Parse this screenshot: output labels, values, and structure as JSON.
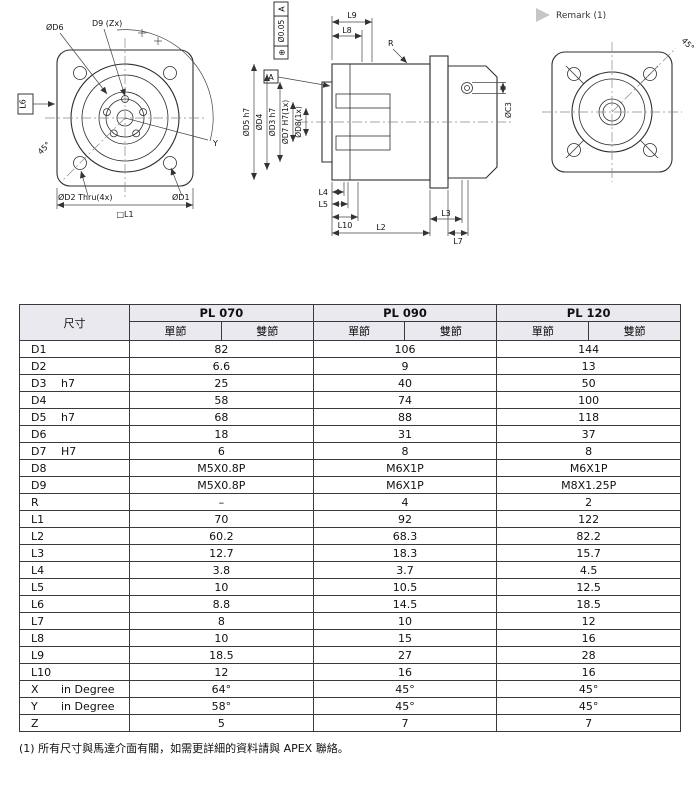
{
  "drawing": {
    "left": {
      "d6": "ØD6",
      "d9": "D9 (Zx)",
      "l6": "L6",
      "a45": "45°",
      "d2": "ØD2 Thru(4x)",
      "d1": "ØD1",
      "l1": "□L1",
      "y": "Y"
    },
    "mid": {
      "l9": "L9",
      "l8": "L8",
      "r": "R",
      "fcf_sym": "⊕",
      "fcf_tol": "Ø0.05",
      "fcf_datum": "A",
      "datum": "A",
      "d5": "ØD5 h7",
      "d4": "ØD4",
      "d3": "ØD3 h7",
      "d7": "ØD7 H7(1x)",
      "d8": "ØD8(1x)",
      "c3": "ØC3",
      "l4": "L4",
      "l5": "L5",
      "l10": "L10",
      "l2": "L2",
      "l3": "L3",
      "l7": "L7",
      "remark": "Remark (1)"
    },
    "right": {
      "a45": "45°"
    }
  },
  "table": {
    "dim_header": "尺寸",
    "groups": [
      {
        "name": "PL 070",
        "sub1": "單節",
        "sub2": "雙節"
      },
      {
        "name": "PL 090",
        "sub1": "單節",
        "sub2": "雙節"
      },
      {
        "name": "PL 120",
        "sub1": "單節",
        "sub2": "雙節"
      }
    ],
    "rows": [
      {
        "label": "D1",
        "tol": "",
        "values": [
          "82",
          "106",
          "144"
        ]
      },
      {
        "label": "D2",
        "tol": "",
        "values": [
          "6.6",
          "9",
          "13"
        ]
      },
      {
        "label": "D3",
        "tol": "h7",
        "values": [
          "25",
          "40",
          "50"
        ]
      },
      {
        "label": "D4",
        "tol": "",
        "values": [
          "58",
          "74",
          "100"
        ]
      },
      {
        "label": "D5",
        "tol": "h7",
        "values": [
          "68",
          "88",
          "118"
        ]
      },
      {
        "label": "D6",
        "tol": "",
        "values": [
          "18",
          "31",
          "37"
        ]
      },
      {
        "label": "D7",
        "tol": "H7",
        "values": [
          "6",
          "8",
          "8"
        ]
      },
      {
        "label": "D8",
        "tol": "",
        "values": [
          "M5X0.8P",
          "M6X1P",
          "M6X1P"
        ]
      },
      {
        "label": "D9",
        "tol": "",
        "values": [
          "M5X0.8P",
          "M6X1P",
          "M8X1.25P"
        ]
      },
      {
        "label": "R",
        "tol": "",
        "values": [
          "–",
          "4",
          "2"
        ]
      },
      {
        "label": "L1",
        "tol": "",
        "values": [
          "70",
          "92",
          "122"
        ]
      },
      {
        "label": "L2",
        "tol": "",
        "values": [
          "60.2",
          "68.3",
          "82.2"
        ]
      },
      {
        "label": "L3",
        "tol": "",
        "values": [
          "12.7",
          "18.3",
          "15.7"
        ]
      },
      {
        "label": "L4",
        "tol": "",
        "values": [
          "3.8",
          "3.7",
          "4.5"
        ]
      },
      {
        "label": "L5",
        "tol": "",
        "values": [
          "10",
          "10.5",
          "12.5"
        ]
      },
      {
        "label": "L6",
        "tol": "",
        "values": [
          "8.8",
          "14.5",
          "18.5"
        ]
      },
      {
        "label": "L7",
        "tol": "",
        "values": [
          "8",
          "10",
          "12"
        ]
      },
      {
        "label": "L8",
        "tol": "",
        "values": [
          "10",
          "15",
          "16"
        ]
      },
      {
        "label": "L9",
        "tol": "",
        "values": [
          "18.5",
          "27",
          "28"
        ]
      },
      {
        "label": "L10",
        "tol": "",
        "values": [
          "12",
          "16",
          "16"
        ]
      },
      {
        "label": "X",
        "tol": "in Degree",
        "values": [
          "64°",
          "45°",
          "45°"
        ]
      },
      {
        "label": "Y",
        "tol": "in Degree",
        "values": [
          "58°",
          "45°",
          "45°"
        ]
      },
      {
        "label": "Z",
        "tol": "",
        "values": [
          "5",
          "7",
          "7"
        ]
      }
    ]
  },
  "footnote": "(1) 所有尺寸與馬達介面有關，如需更詳細的資料請與 APEX 聯絡。"
}
